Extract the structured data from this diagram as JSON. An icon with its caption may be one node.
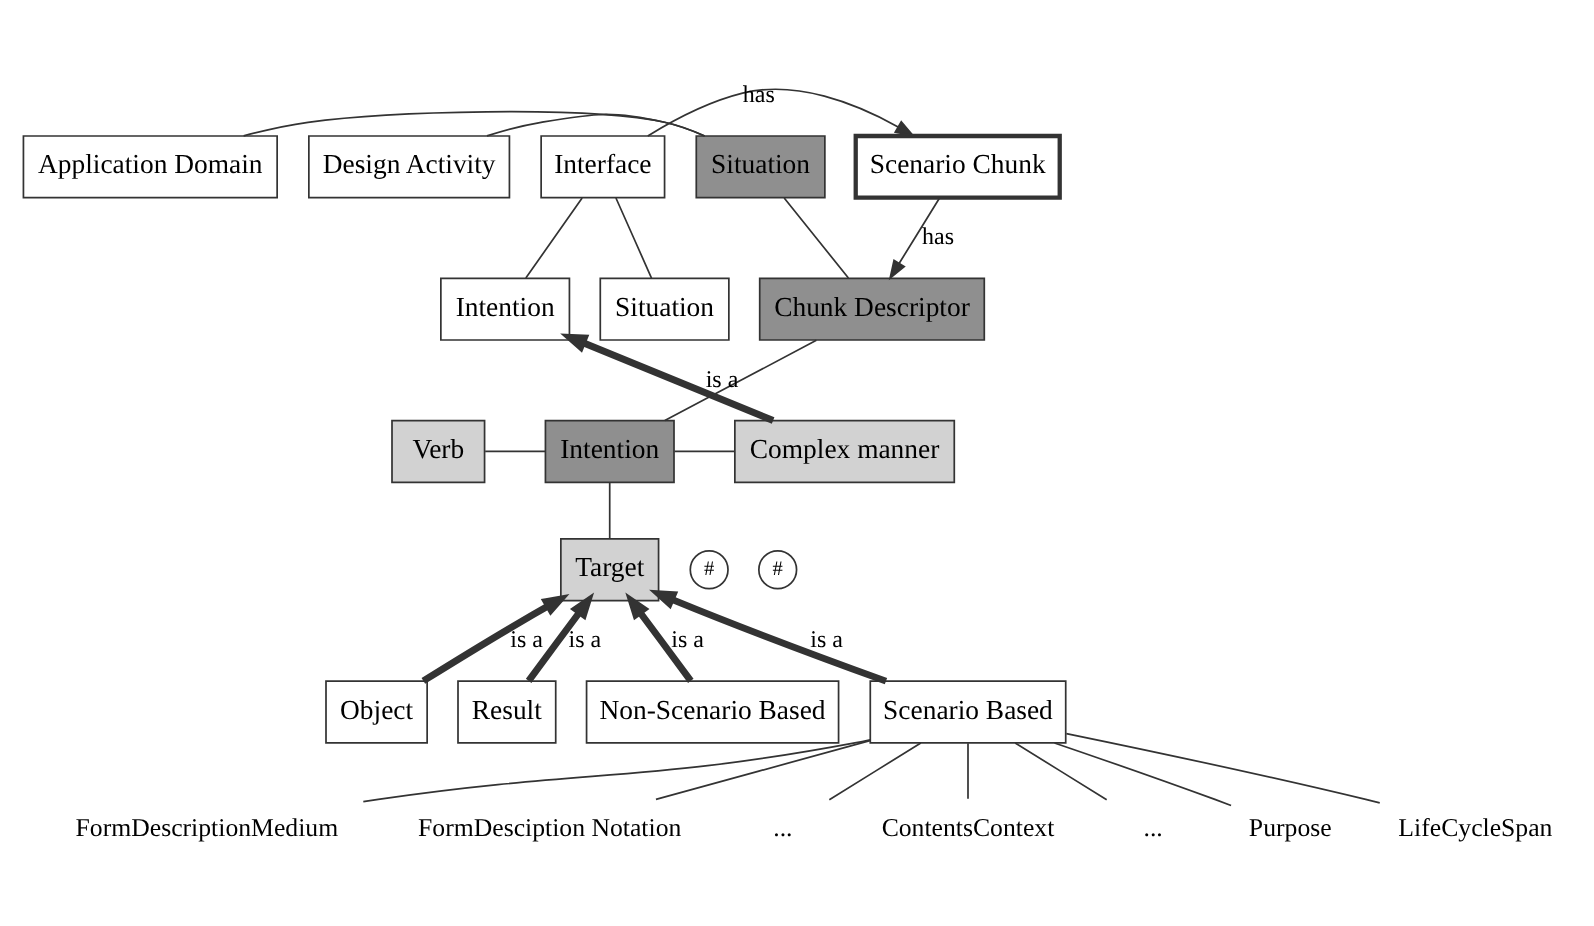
{
  "diagram": {
    "nodes": [
      {
        "text": [
          "Scenario Chunk"
        ]
      },
      {
        "text": [
          "Interface"
        ]
      },
      {
        "text": [
          "Application Domain"
        ]
      },
      {
        "text": [
          "Situation"
        ]
      },
      {
        "text": [
          "Design Activity"
        ]
      },
      {
        "text": [
          "Chunk Descriptor"
        ]
      },
      {
        "text": [
          "Intention"
        ]
      },
      {
        "text": [
          "Verb"
        ]
      },
      {
        "text": [
          "Intention"
        ]
      },
      {
        "text": [
          "Situation"
        ]
      },
      {
        "text": [
          "Complex manner"
        ]
      },
      {
        "text": [
          "Target"
        ]
      },
      {
        "text": [
          "#"
        ]
      },
      {
        "text": [
          "#"
        ]
      },
      {
        "text": [
          "Object"
        ]
      },
      {
        "text": [
          "Result"
        ]
      },
      {
        "text": [
          "Non-Scenario Based"
        ]
      },
      {
        "text": [
          "Scenario Based"
        ]
      },
      {
        "text": [
          "FormDescriptionMedium"
        ]
      },
      {
        "text": [
          "FormDesciption Notation"
        ]
      },
      {
        "text": [
          "..."
        ]
      },
      {
        "text": [
          "ContentsContext"
        ]
      },
      {
        "text": [
          "..."
        ]
      },
      {
        "text": [
          "Purpose"
        ]
      },
      {
        "text": [
          "LifeCycleSpan"
        ]
      }
    ],
    "edges": [
      {
        "from": 1,
        "to": 0,
        "arrow": "to",
        "label": "has"
      },
      {
        "from": 0,
        "to": 5,
        "arrow": "to",
        "label": "has"
      },
      {
        "from": 2,
        "to": 3,
        "arrow": "none"
      },
      {
        "from": 4,
        "to": 3,
        "arrow": "none"
      },
      {
        "from": 3,
        "to": 5,
        "arrow": "none"
      },
      {
        "from": 6,
        "to": 5,
        "arrow": "none"
      },
      {
        "from": 7,
        "to": 6,
        "arrow": "none"
      },
      {
        "from": 6,
        "to": 10,
        "arrow": "none"
      },
      {
        "from": 1,
        "to": 8,
        "arrow": "none"
      },
      {
        "from": 1,
        "to": 9,
        "arrow": "none"
      },
      {
        "from": 10,
        "to": 8,
        "arrow": "to",
        "label": "is a",
        "style": "thick"
      },
      {
        "from": 6,
        "to": 11,
        "arrow": "none"
      },
      {
        "from": 14,
        "to": 11,
        "arrow": "to",
        "label": "is a",
        "style": "thick"
      },
      {
        "from": 15,
        "to": 11,
        "arrow": "to",
        "label": "is a",
        "style": "thick"
      },
      {
        "from": 16,
        "to": 11,
        "arrow": "to",
        "label": "is a",
        "style": "thick"
      },
      {
        "from": 17,
        "to": 11,
        "arrow": "to",
        "label": "is a",
        "style": "thick"
      },
      {
        "from": 17,
        "to": 18,
        "arrow": "none"
      },
      {
        "from": 17,
        "to": 19,
        "arrow": "none"
      },
      {
        "from": 17,
        "to": 20,
        "arrow": "none"
      },
      {
        "from": 17,
        "to": 21,
        "arrow": "none"
      },
      {
        "from": 17,
        "to": 22,
        "arrow": "none"
      },
      {
        "from": 17,
        "to": 23,
        "arrow": "none"
      },
      {
        "from": 17,
        "to": 24,
        "arrow": "none"
      }
    ]
  }
}
